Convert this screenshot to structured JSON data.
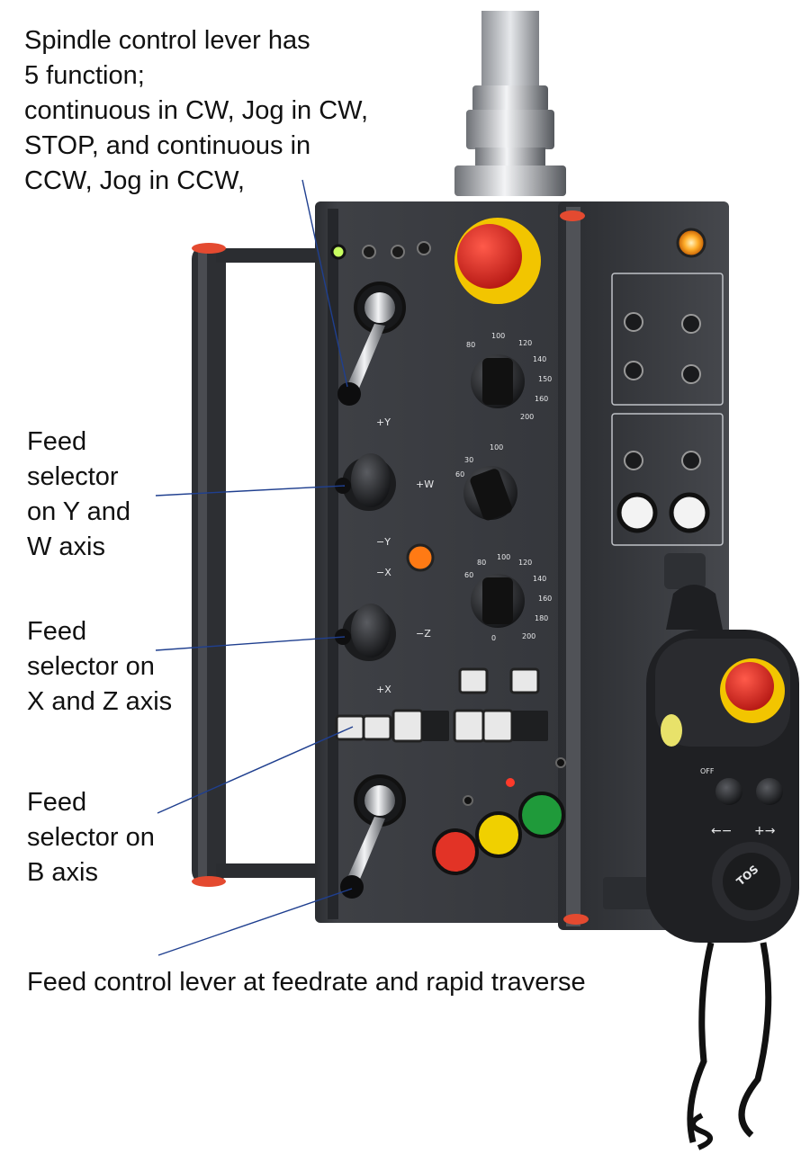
{
  "annotations": {
    "spindle": {
      "lines": [
        "Spindle control lever has",
        "5 function;",
        "continuous in CW, Jog in CW,",
        "STOP, and continuous in",
        "CCW, Jog in CCW,"
      ]
    },
    "feed_yw": {
      "lines": [
        "Feed",
        "selector",
        "on Y and",
        "W axis"
      ]
    },
    "feed_xz": {
      "lines": [
        "Feed",
        "selector on",
        "X and Z axis"
      ]
    },
    "feed_b": {
      "lines": [
        "Feed",
        "selector on",
        "B axis"
      ]
    },
    "feed_lever": {
      "text": "Feed control lever at feedrate and rapid traverse"
    }
  },
  "panel_marks": {
    "y_plus": "+Y",
    "w_plus": "+W",
    "y_minus": "−Y",
    "x_minus": "−X",
    "z_minus": "−Z",
    "x_plus": "+X",
    "dial1_ticks": [
      "80",
      "100",
      "120",
      "140",
      "150",
      "160",
      "200"
    ],
    "dial2_ticks": [
      "30",
      "60",
      "100"
    ],
    "dial3_ticks": [
      "60",
      "80",
      "100",
      "120",
      "140",
      "160",
      "180",
      "200",
      "0"
    ],
    "pendant_minus": "←−",
    "pendant_plus": "+→",
    "pendant_off": "OFF",
    "pendant_brand": "TOS"
  },
  "colors": {
    "panel": "#3b3d42",
    "leader": "#1f3f8f",
    "estop_red": "#d7261e",
    "estop_yellow": "#f2c500",
    "button_green": "#1f9a3a",
    "button_yellow": "#f0d000",
    "lamp_orange": "#ff8a00"
  }
}
